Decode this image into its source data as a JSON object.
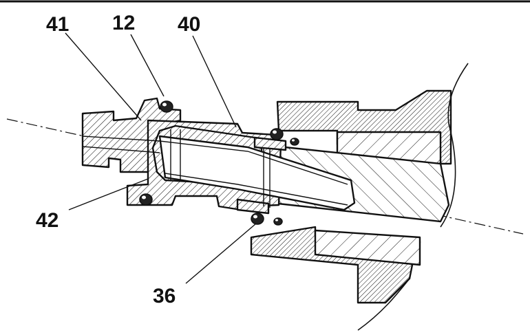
{
  "figure": {
    "labels": [
      {
        "id": "41",
        "text": "41"
      },
      {
        "id": "12",
        "text": "12"
      },
      {
        "id": "40",
        "text": "40"
      },
      {
        "id": "42",
        "text": "42"
      },
      {
        "id": "36",
        "text": "36"
      }
    ]
  },
  "colors": {
    "ink": "#111111",
    "paper": "#ffffff"
  }
}
